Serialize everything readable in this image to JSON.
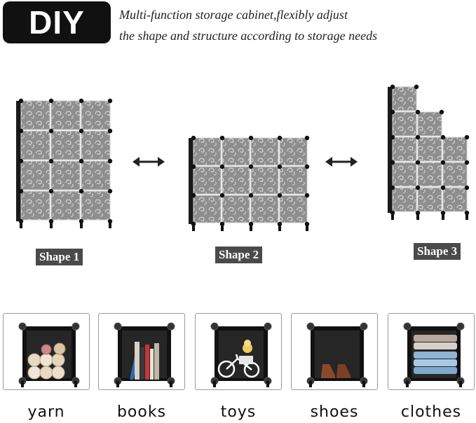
{
  "header": {
    "badge": "DIY",
    "line1": "Multi-function storage cabinet,flexibly adjust",
    "line2": "the shape and structure according to storage needs"
  },
  "shapes": [
    {
      "label": "Shape 1",
      "cols": 3,
      "rows": 4
    },
    {
      "label": "Shape 2",
      "cols": 4,
      "rows": 3
    },
    {
      "label": "Shape 3",
      "stair_heights": [
        5,
        4,
        3
      ]
    }
  ],
  "uses": [
    {
      "label": "yarn",
      "icon": "yarn-balls-icon"
    },
    {
      "label": "books",
      "icon": "books-icon"
    },
    {
      "label": "toys",
      "icon": "toy-bicycle-icon"
    },
    {
      "label": "shoes",
      "icon": "shoes-icon"
    },
    {
      "label": "clothes",
      "icon": "folded-clothes-icon"
    }
  ],
  "colors": {
    "badge_bg": "#111111",
    "panel_gray": "#8e8e8e",
    "frame_black": "#1a1a1a",
    "label_bg": "#4a4a4a"
  }
}
